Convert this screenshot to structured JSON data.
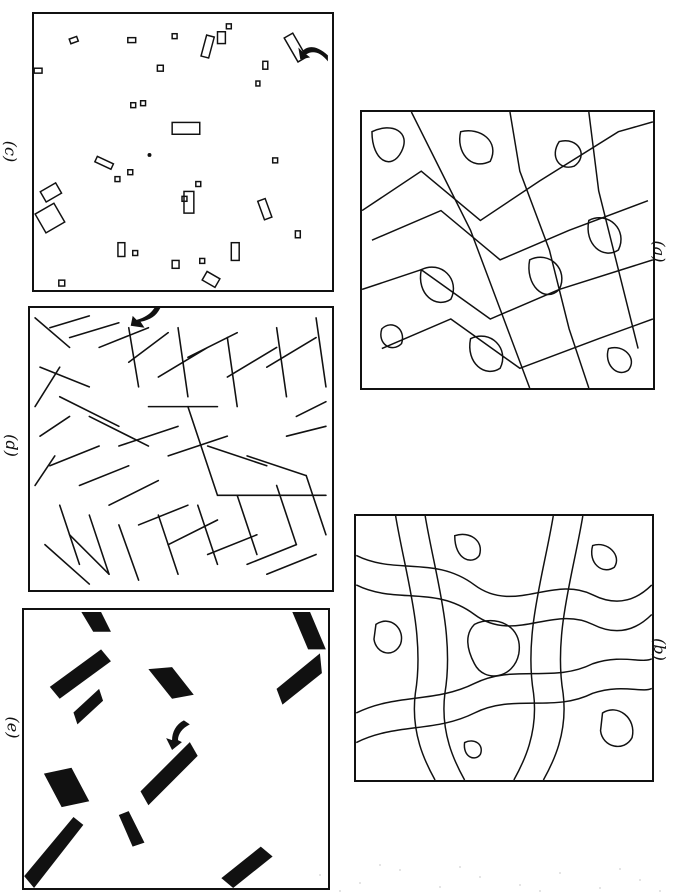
{
  "figure": {
    "panels": [
      {
        "id": "a",
        "label": "(a)"
      },
      {
        "id": "b",
        "label": "(b)"
      },
      {
        "id": "c",
        "label": "(c)"
      },
      {
        "id": "d",
        "label": "(d)"
      },
      {
        "id": "e",
        "label": "(e)"
      }
    ]
  },
  "colors": {
    "ink": "#111111",
    "paper": "#ffffff"
  }
}
